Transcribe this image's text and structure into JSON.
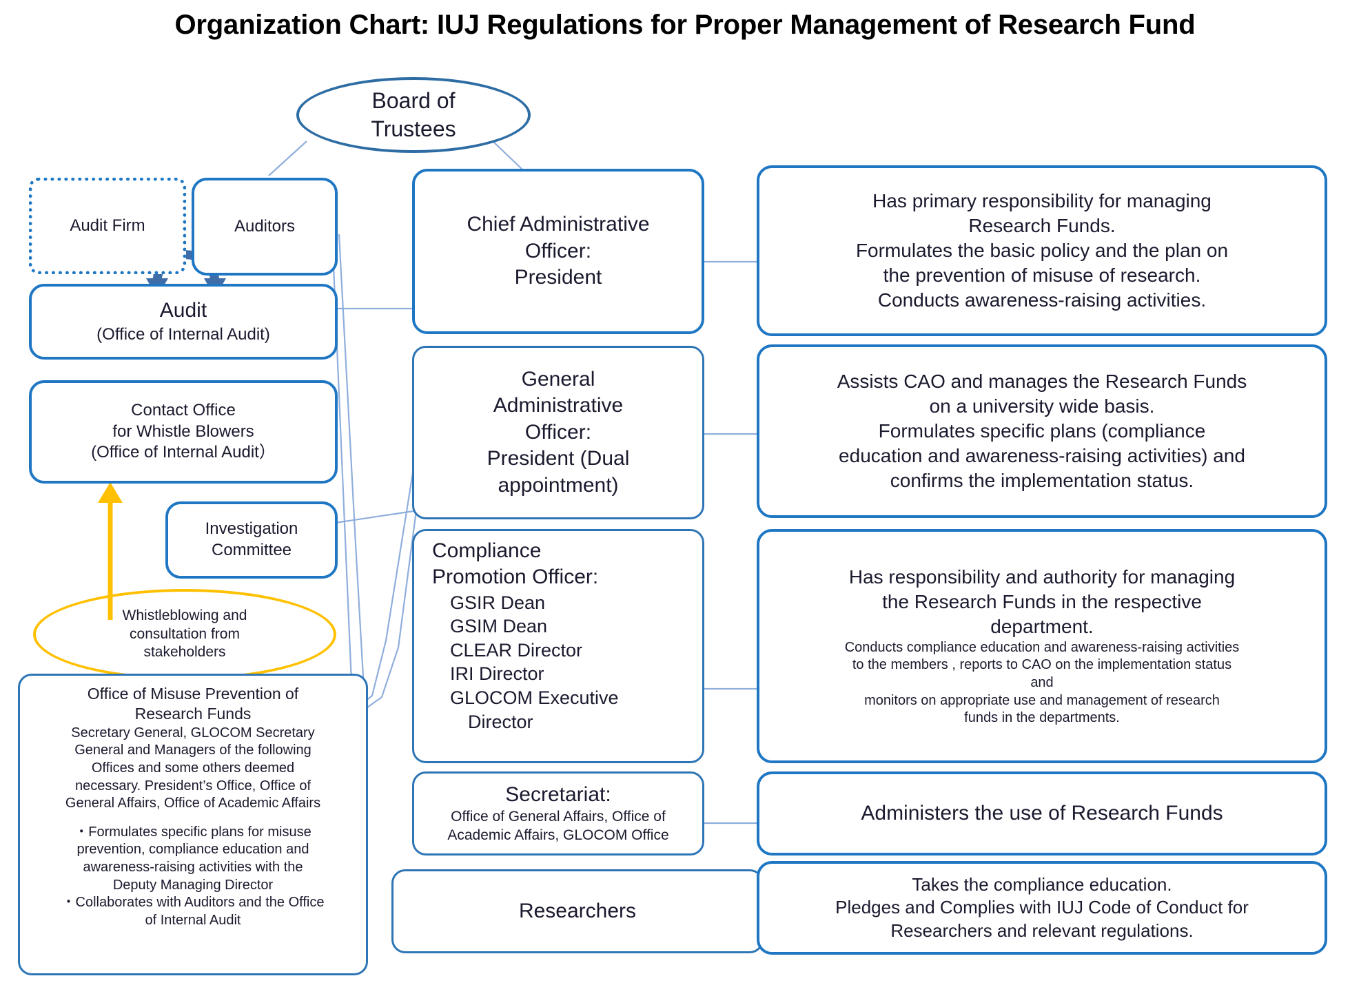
{
  "title": "Organization Chart: IUJ Regulations for Proper Management of Research Fund",
  "colors": {
    "box_border": "#1F77C4",
    "box_border_thin": "#2E75B6",
    "ellipse_border": "#2E6DA4",
    "accent_orange": "#FFC000",
    "connector": "#8FAEDC",
    "arc_arrow": "#3E6DA8",
    "text": "#1A1A2E",
    "background": "#FFFFFF"
  },
  "board": {
    "line1": "Board of",
    "line2": "Trustees"
  },
  "left_column": {
    "audit_firm": "Audit Firm",
    "auditors": "Auditors",
    "audit": {
      "line1": "Audit",
      "line2": "(Office of Internal Audit)"
    },
    "contact_office": {
      "line1": "Contact Office",
      "line2": "for Whistle Blowers",
      "line3": "(Office of Internal Audit）"
    },
    "investigation_committee": {
      "line1": "Investigation",
      "line2": "Committee"
    },
    "whistleblowing_ellipse": {
      "line1": "Whistleblowing and",
      "line2": "consultation from",
      "line3": "stakeholders"
    },
    "misuse_prevention_office": {
      "heading_line1": "Office of Misuse Prevention of",
      "heading_line2": "Research Funds",
      "body_line1": "Secretary General, GLOCOM Secretary",
      "body_line2": "General and Managers of the following",
      "body_line3": "Offices and some others deemed",
      "body_line4": "necessary. President’s Office,  Office of",
      "body_line5": "General Affairs, Office of Academic Affairs",
      "bullet1_line1": "・Formulates specific plans for misuse",
      "bullet1_line2": "prevention, compliance education and",
      "bullet1_line3": "awareness-raising activities with the",
      "bullet1_line4": "Deputy Managing Director",
      "bullet2_line1": "・Collaborates with Auditors and the Office",
      "bullet2_line2": "of Internal Audit"
    }
  },
  "center_column": {
    "cao": {
      "line1": "Chief Administrative",
      "line2": "Officer:",
      "line3": "President"
    },
    "gao": {
      "line1": "General",
      "line2": "Administrative",
      "line3": "Officer:",
      "line4": "President (Dual",
      "line5": "appointment)"
    },
    "compliance_officer": {
      "heading_line1": "Compliance",
      "heading_line2": "Promotion Officer:",
      "items": [
        "GSIR Dean",
        "GSIM Dean",
        "CLEAR Director",
        "IRI Director",
        "GLOCOM Executive",
        "Director"
      ]
    },
    "secretariat": {
      "heading": "Secretariat:",
      "body_line1": "Office of General Affairs, Office of",
      "body_line2": "Academic Affairs, GLOCOM Office"
    },
    "researchers": "Researchers"
  },
  "right_column": {
    "cao_duties": {
      "line1": "Has primary responsibility for managing",
      "line2": "Research Funds.",
      "line3": "Formulates the basic policy and the plan on",
      "line4": "the prevention of misuse of research.",
      "line5": "Conducts awareness-raising activities."
    },
    "gao_duties": {
      "line1": "Assists CAO and manages the Research Funds",
      "line2": "on a university wide basis.",
      "line3": "Formulates specific plans (compliance",
      "line4": "education and awareness-raising activities) and",
      "line5": "confirms the implementation status."
    },
    "compliance_duties": {
      "line1": "Has responsibility and authority for managing",
      "line2": "the Research Funds in the respective",
      "line3": "department.",
      "small_line1": "Conducts compliance education and awareness-raising activities",
      "small_line2": "to the members , reports to CAO on the implementation status",
      "small_line3": "and",
      "small_line4": "monitors on appropriate use and management of research",
      "small_line5": "funds in the departments."
    },
    "secretariat_duties": "Administers the use of Research Funds",
    "researchers_duties": {
      "line1": "Takes the compliance education.",
      "line2": "Pledges and Complies with IUJ Code of Conduct for",
      "line3": "Researchers and relevant regulations."
    }
  }
}
